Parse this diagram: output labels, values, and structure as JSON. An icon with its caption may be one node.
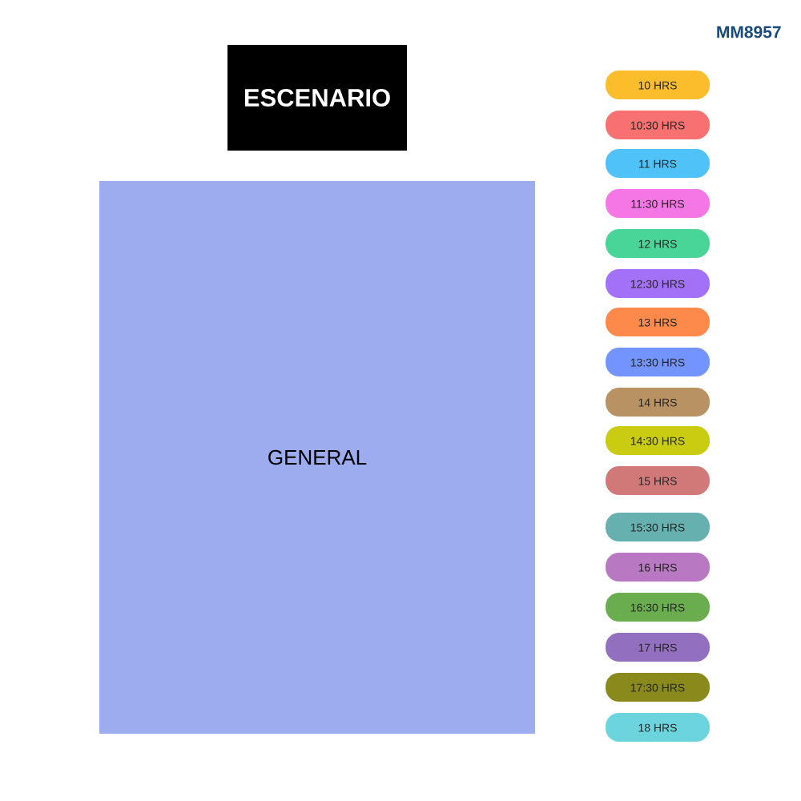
{
  "diagram": {
    "nodes": [
      {
        "text": [
          "ESCENARIO"
        ]
      },
      {
        "text": [
          "GENERAL"
        ]
      }
    ],
    "labels": [
      "MM8957"
    ],
    "legend": [
      {
        "text": "10 HRS",
        "color": "#fbbd2c"
      },
      {
        "text": "10:30 HRS",
        "color": "#f87171"
      },
      {
        "text": "11 HRS",
        "color": "#4fc3f7"
      },
      {
        "text": "11:30 HRS",
        "color": "#f577e6"
      },
      {
        "text": "12 HRS",
        "color": "#48d597"
      },
      {
        "text": "12:30 HRS",
        "color": "#a371f7"
      },
      {
        "text": "13 HRS",
        "color": "#fd8a4b"
      },
      {
        "text": "13:30 HRS",
        "color": "#7393fd"
      },
      {
        "text": "14 HRS",
        "color": "#b89262"
      },
      {
        "text": "14:30 HRS",
        "color": "#c9cc10"
      },
      {
        "text": "15 HRS",
        "color": "#d17878"
      },
      {
        "text": "15:30 HRS",
        "color": "#67b0b0"
      },
      {
        "text": "16 HRS",
        "color": "#b878c2"
      },
      {
        "text": "16:30 HRS",
        "color": "#6aad4f"
      },
      {
        "text": "17 HRS",
        "color": "#9370bf"
      },
      {
        "text": "17:30 HRS",
        "color": "#8a8a1c"
      },
      {
        "text": "18 HRS",
        "color": "#6bd4dc"
      }
    ]
  }
}
